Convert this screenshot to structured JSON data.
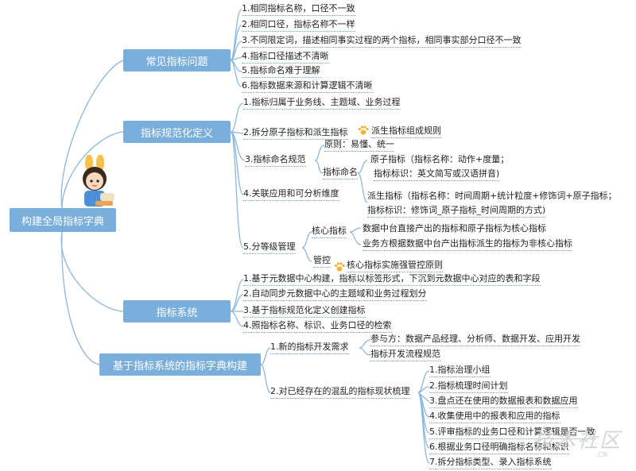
{
  "root": {
    "label": "构建全局指标字典"
  },
  "branches": {
    "common_issues": {
      "label": "常见指标问题",
      "items": [
        "1.相同指标名称，口径不一致",
        "2.相同口径，指标名称不一样",
        "3.不同限定词，描述相同事实过程的两个指标，相同事实部分口径不一致",
        "4.指标口径描述不清晰",
        "5.指标命名难于理解",
        "6.指标数据来源和计算逻辑不清晰"
      ]
    },
    "standard_def": {
      "label": "指标规范化定义",
      "item1": "1.指标归属于业务线、主题域、业务过程",
      "item2": "2.拆分原子指标和派生指标",
      "item2_note": "派生指标组成规则",
      "item3": "3.指标命名规范",
      "principle": "原则：易懂、统一",
      "naming": "指标命名",
      "atomic_1": "原子指标（指标名称：动作+度量；",
      "atomic_2": "指标标识：英文简写或汉语拼音)",
      "derived_1": "派生指标（指标名称：时间周期+统计粒度+修饰词+原子指标；",
      "derived_2": "指标标识：修饰词_原子指标_时间周期的方式)",
      "item4": "4.关联应用和可分析维度",
      "item5": "5.分等级管理",
      "core": "核心指标",
      "core_1": "数据中台直接产出的指标和原子指标为核心指标",
      "core_2": "业务方根据数据中台产出指标派生的指标为非核心指标",
      "control": "管控",
      "control_note": "核心指标实施强管控原则"
    },
    "system": {
      "label": "指标系统",
      "items": [
        "1.基于元数据中心构建，指标以标签形式，下沉到元数据中心对应的表和字段",
        "2.自动同步元数据中心的主题域和业务过程划分",
        "3.基于指标规范化定义创建指标",
        "4.照指标名称、标识、业务口径的检索"
      ]
    },
    "dictionary": {
      "label": "基于指标系统的指标字典构建",
      "new_req": "1.新的指标开发需求",
      "participants": "参与方：数据产品经理、分析师、数据开发、应用开发",
      "process": "指标开发流程规范",
      "existing": "2.对已经存在的混乱的指标现状梳理",
      "steps": [
        "1.指标治理小组",
        "2.指标梳理时间计划",
        "3.盘点还在使用的数据报表和数据应用",
        "4.收集使用中的报表和应用的指标",
        "5.评审指标的业务口径和计算逻辑是否一致",
        "6.根据业务口径明确指标名称和标识",
        "7.拆分指标类型、录入指标系统"
      ]
    }
  },
  "watermark": "技术社区",
  "watermark_domain": ".CN",
  "colors": {
    "box": "#7aaedb",
    "line": "#8bb6de",
    "dots": "#6aa0d2",
    "paw": "#f2b233"
  }
}
